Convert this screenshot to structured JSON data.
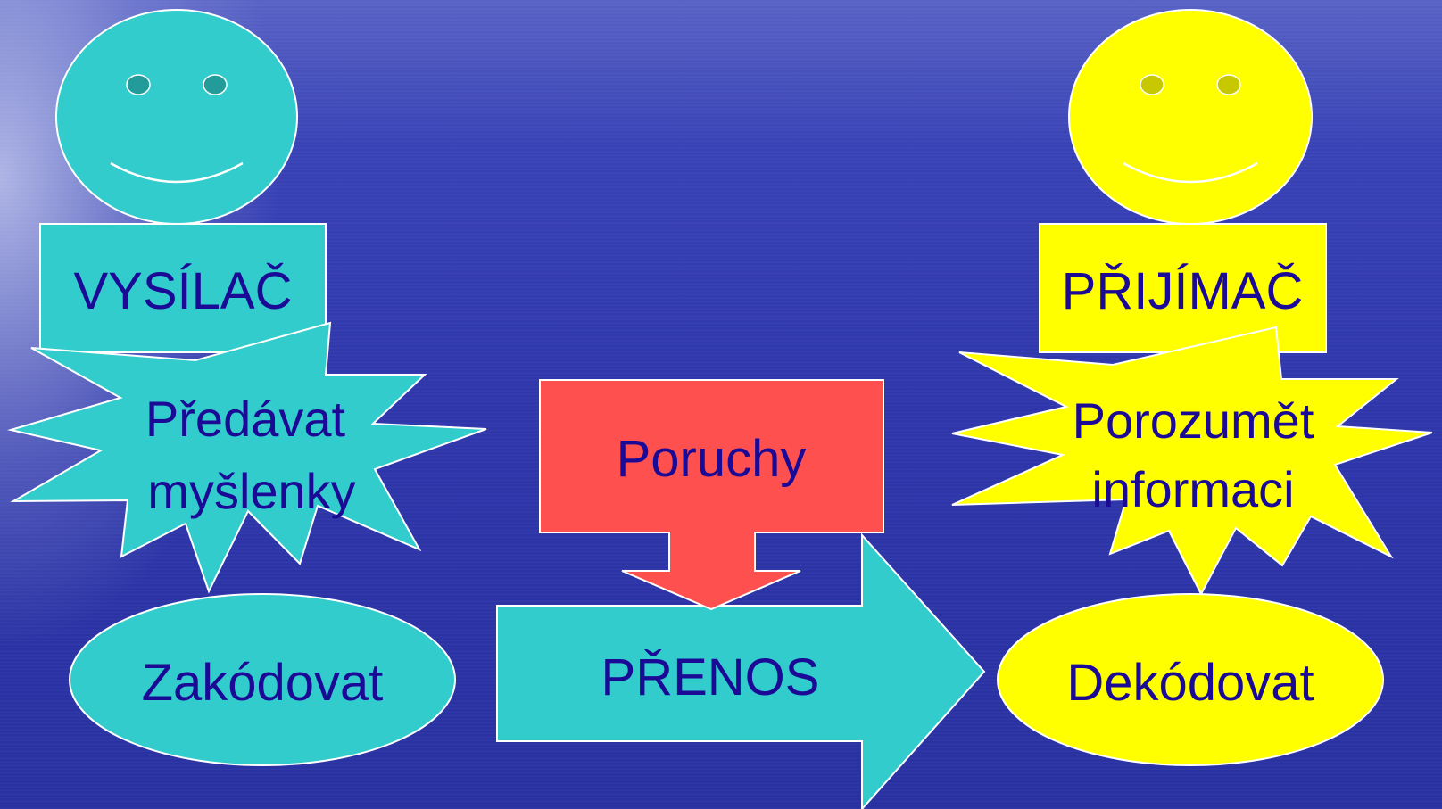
{
  "colors": {
    "sender": "#33cccc",
    "receiver": "#ffff00",
    "noise": "#ff5050",
    "text": "#1a0a96",
    "outline": "#ffffff"
  },
  "sender": {
    "face_icon": "smiley-face-icon",
    "label": "VYSÍLAČ",
    "burst_line1": "Předávat",
    "burst_line2": "myšlenky",
    "encode": "Zakódovat"
  },
  "channel": {
    "noise": "Poruchy",
    "transfer": "PŘENOS"
  },
  "receiver": {
    "face_icon": "smiley-face-icon",
    "label": "PŘIJÍMAČ",
    "burst_line1": "Porozumět",
    "burst_line2": "informaci",
    "decode": "Dekódovat"
  }
}
